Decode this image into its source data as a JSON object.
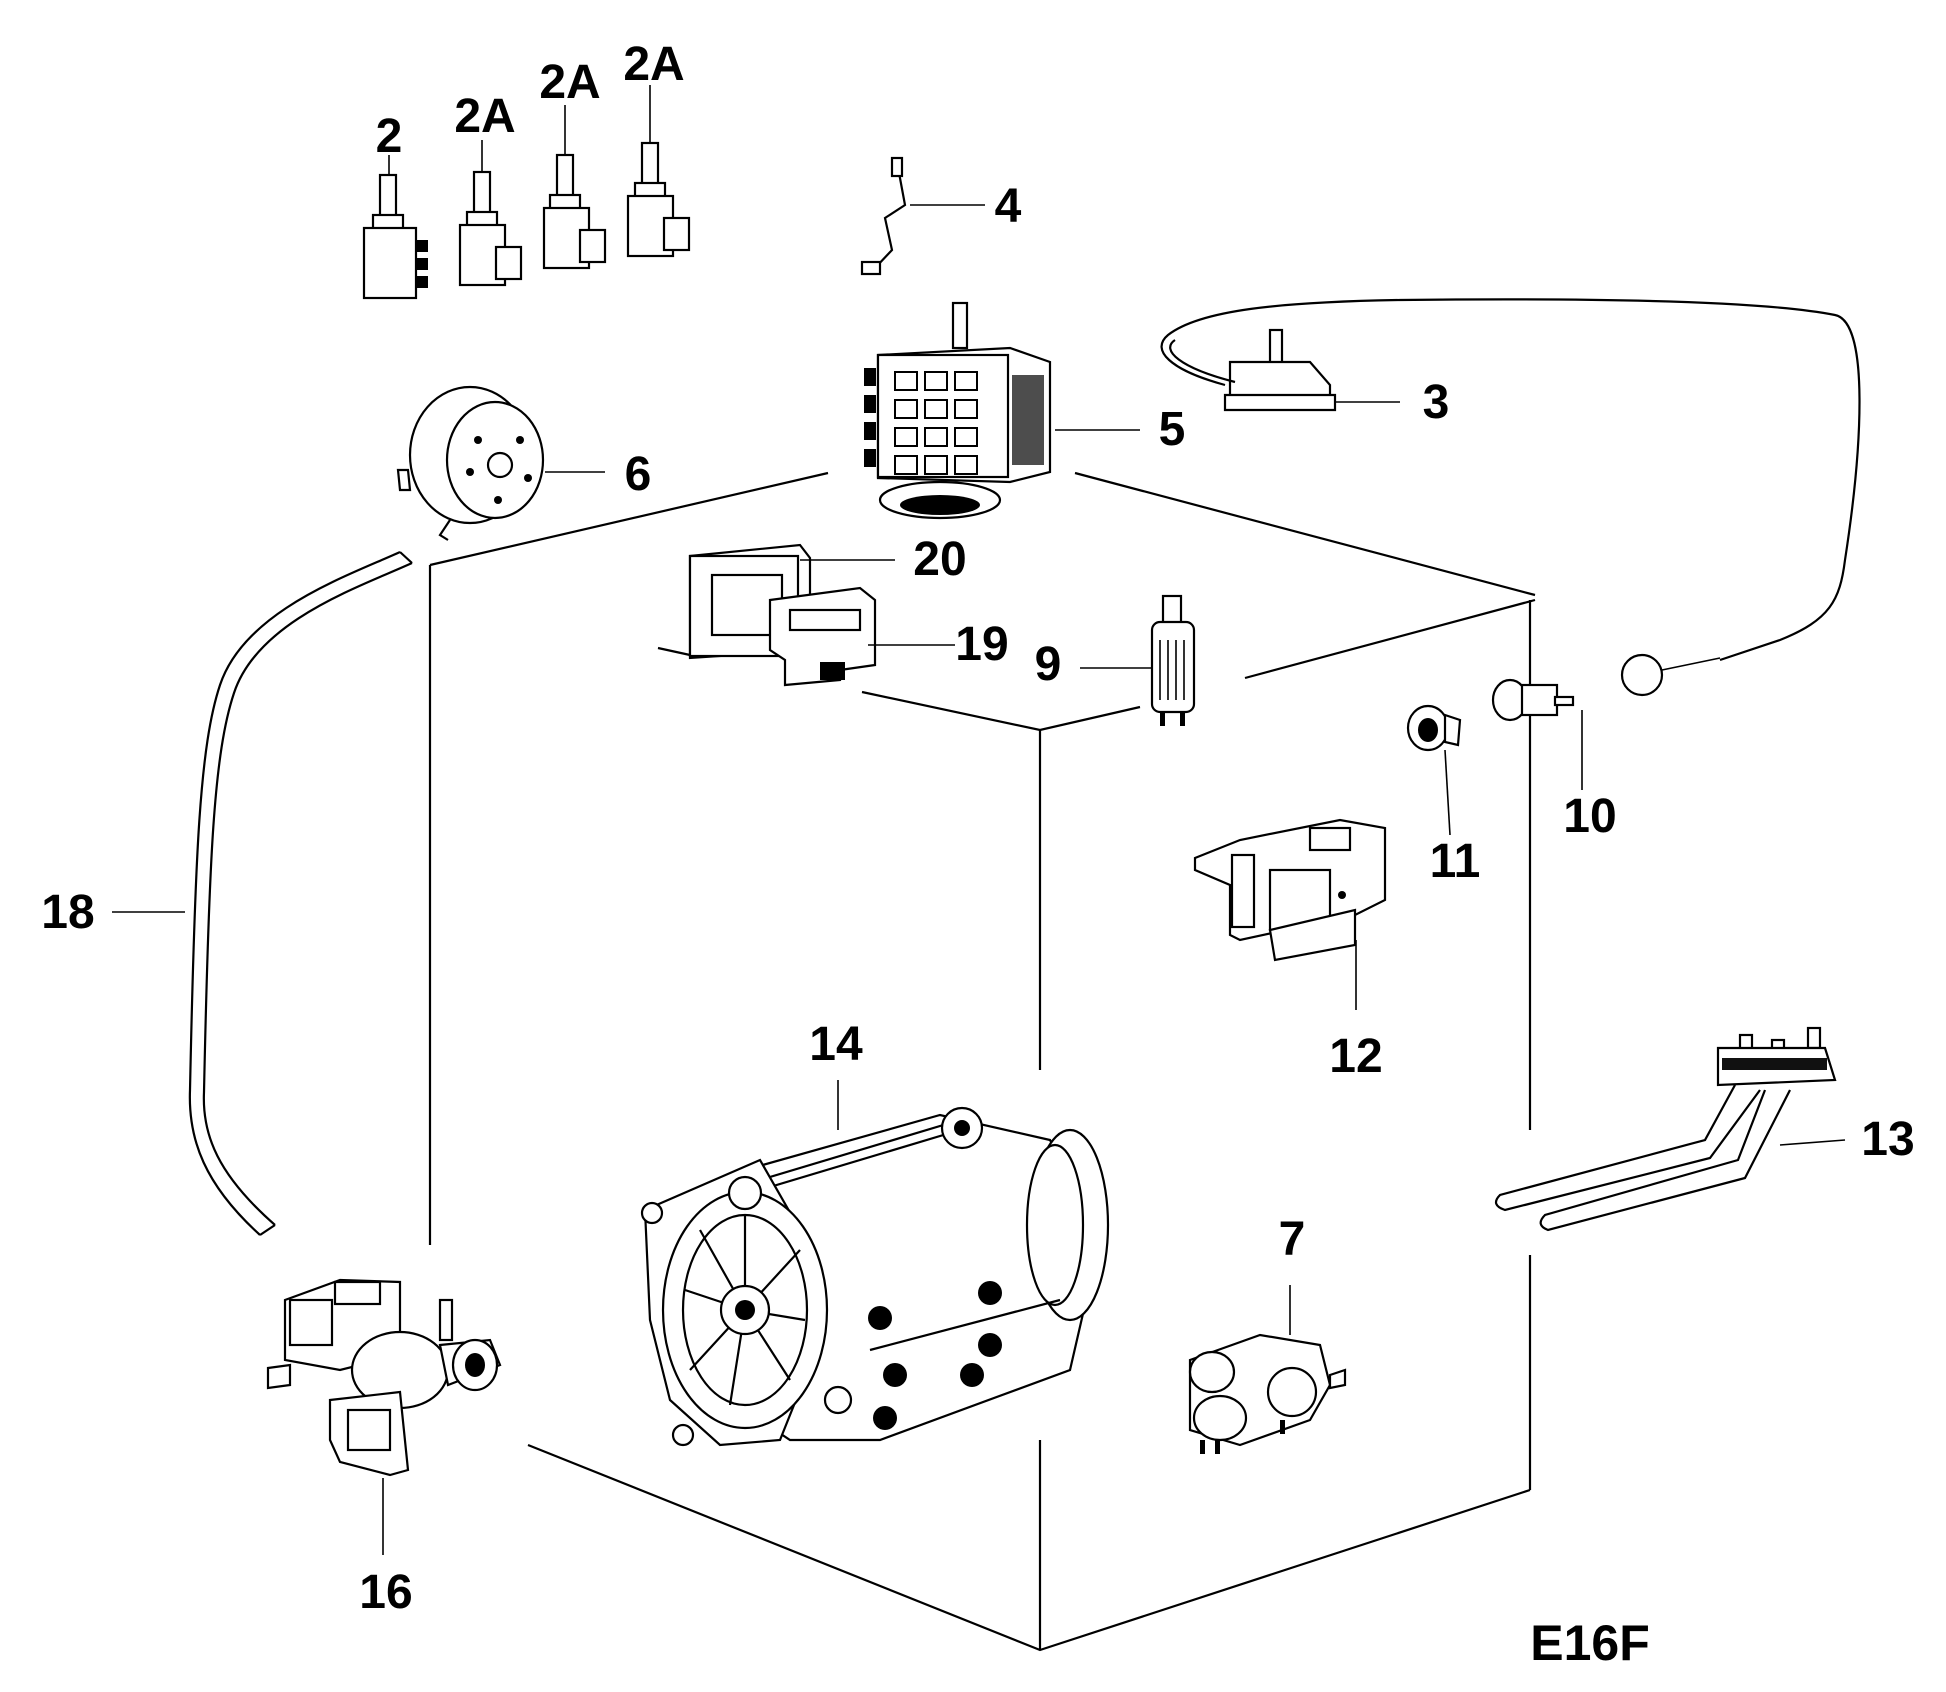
{
  "diagram": {
    "code": "E16F",
    "callouts": {
      "c2": "2",
      "c2a_1": "2A",
      "c2a_2": "2A",
      "c2a_3": "2A",
      "c3": "3",
      "c4": "4",
      "c5": "5",
      "c6": "6",
      "c7": "7",
      "c9": "9",
      "c10": "10",
      "c11": "11",
      "c12": "12",
      "c13": "13",
      "c14": "14",
      "c16": "16",
      "c18": "18",
      "c19": "19",
      "c20": "20"
    }
  }
}
